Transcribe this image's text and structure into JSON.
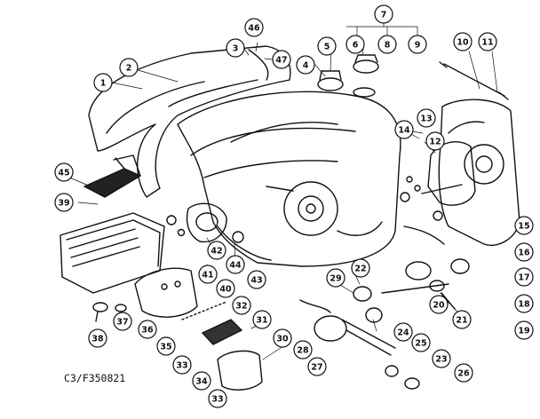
{
  "diagram": {
    "code": "C3/F350821",
    "callouts": [
      "1",
      "2",
      "3",
      "4",
      "5",
      "6",
      "7",
      "8",
      "9",
      "10",
      "11",
      "12",
      "13",
      "14",
      "15",
      "16",
      "17",
      "18",
      "19",
      "20",
      "21",
      "22",
      "23",
      "24",
      "25",
      "26",
      "27",
      "28",
      "29",
      "30",
      "31",
      "32",
      "33",
      "33",
      "34",
      "35",
      "36",
      "37",
      "38",
      "39",
      "40",
      "41",
      "42",
      "43",
      "44",
      "45",
      "46",
      "47"
    ]
  }
}
